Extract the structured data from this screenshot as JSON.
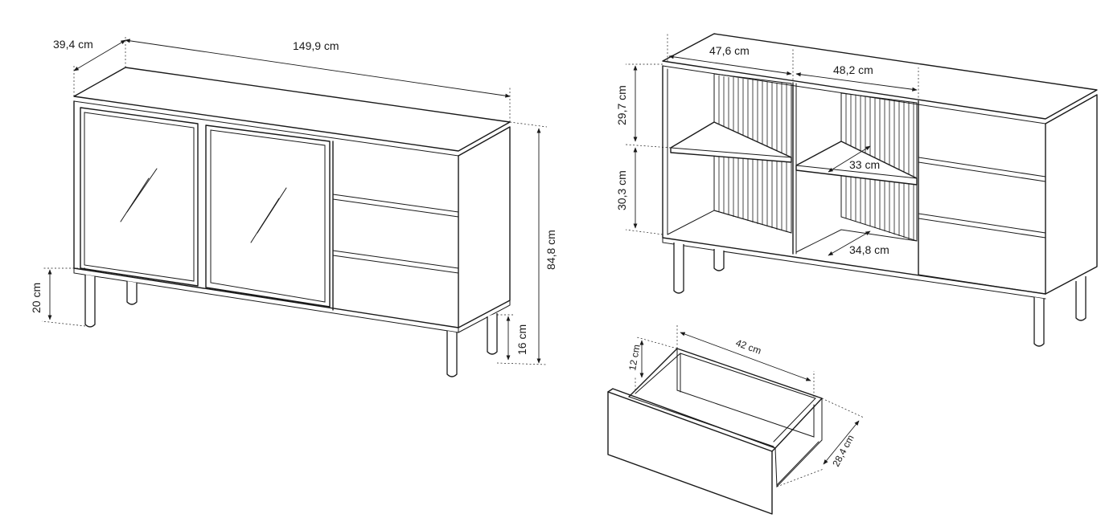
{
  "figure": {
    "left_view": {
      "dimensions": {
        "depth": "39,4 cm",
        "width": "149,9 cm",
        "height": "84,8 cm",
        "leg_height_front": "20 cm",
        "leg_height_side": "16 cm"
      }
    },
    "right_view": {
      "dimensions": {
        "left_compartment_width": "47,6 cm",
        "middle_compartment_width": "48,2 cm",
        "upper_shelf_height": "29,7 cm",
        "lower_shelf_height": "30,3 cm",
        "shelf_depth_upper": "33 cm",
        "shelf_depth_lower": "34,8 cm"
      }
    },
    "drawer_view": {
      "dimensions": {
        "drawer_width": "42 cm",
        "drawer_height": "12 cm",
        "drawer_depth": "28,4 cm"
      }
    }
  }
}
